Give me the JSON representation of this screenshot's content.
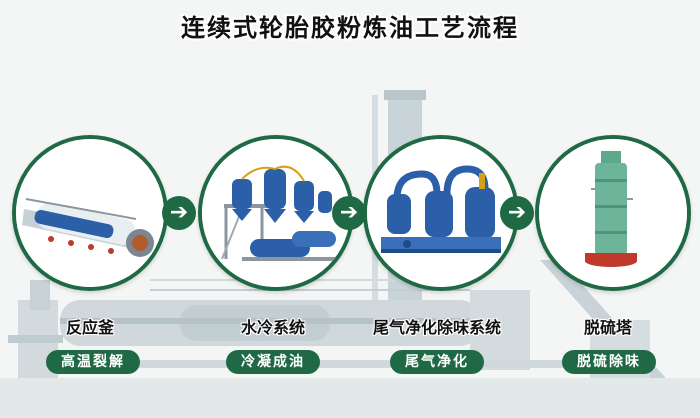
{
  "title": "连续式轮胎胶粉炼油工艺流程",
  "colors": {
    "accent": "#1f6a45",
    "equipment": "#2b5fa8",
    "background": "#f4f6f6"
  },
  "stages": [
    {
      "name": "反应釜",
      "caption": "高温裂解",
      "icon": "reactor-kettle-icon"
    },
    {
      "name": "水冷系统",
      "caption": "冷凝成油",
      "icon": "water-cooling-icon"
    },
    {
      "name": "尾气净化除味系统",
      "caption": "尾气净化",
      "icon": "exhaust-purification-icon"
    },
    {
      "name": "脱硫塔",
      "caption": "脱硫除味",
      "icon": "desulfurization-tower-icon"
    }
  ],
  "arrow_glyph": "➔"
}
